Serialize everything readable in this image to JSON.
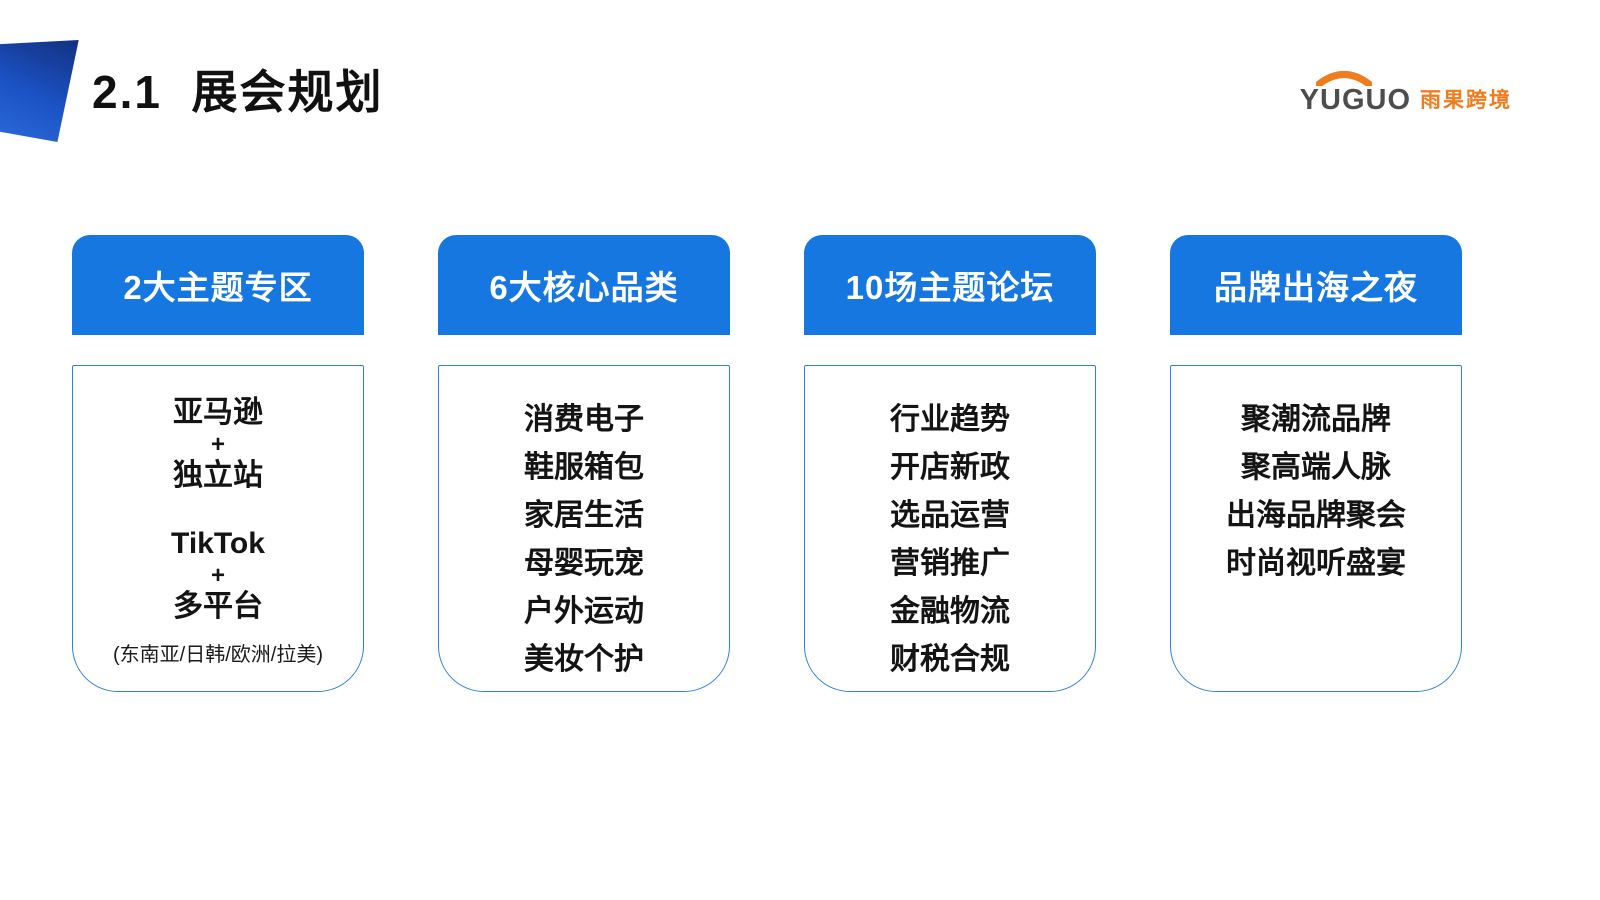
{
  "slide": {
    "title": "2.1  展会规划",
    "logo": {
      "brand": "YUGUO",
      "cn": "雨果跨境"
    },
    "colors": {
      "accent_blue": "#1677E0",
      "logo_orange": "#EF7D1E",
      "banner_blue_dark": "#12307E"
    },
    "cards": [
      {
        "header": "2大主题专区",
        "lines": [
          "亚马逊",
          "+",
          "独立站",
          "",
          "TikTok",
          "+",
          "多平台"
        ],
        "note": "(东南亚/日韩/欧洲/拉美)"
      },
      {
        "header": "6大核心品类",
        "lines": [
          "消费电子",
          "鞋服箱包",
          "家居生活",
          "母婴玩宠",
          "户外运动",
          "美妆个护"
        ]
      },
      {
        "header": "10场主题论坛",
        "lines": [
          "行业趋势",
          "开店新政",
          "选品运营",
          "营销推广",
          "金融物流",
          "财税合规"
        ]
      },
      {
        "header": "品牌出海之夜",
        "lines": [
          "聚潮流品牌",
          "聚高端人脉",
          "出海品牌聚会",
          "时尚视听盛宴"
        ]
      }
    ]
  }
}
